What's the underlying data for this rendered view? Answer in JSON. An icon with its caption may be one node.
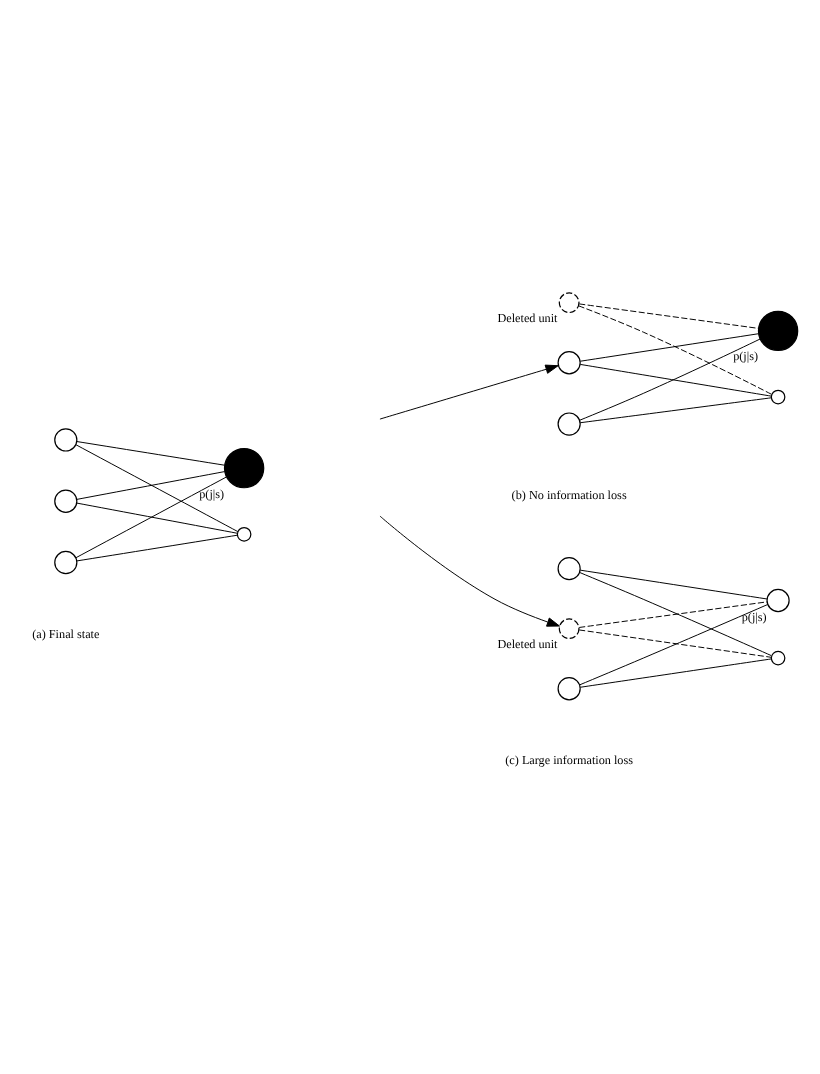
{
  "diagram": {
    "nodes": [
      {
        "text": [],
        "shape": "circle"
      },
      {
        "text": [],
        "shape": "circle"
      },
      {
        "text": [],
        "shape": "circle"
      },
      {
        "text": [],
        "shape": "circle",
        "beside": [
          "p(j|s)"
        ]
      },
      {
        "text": [],
        "shape": "circle"
      },
      {
        "text": [],
        "shape": "circle",
        "beside": [
          "Deleted unit"
        ]
      },
      {
        "text": [],
        "shape": "circle"
      },
      {
        "text": [],
        "shape": "circle"
      },
      {
        "text": [],
        "shape": "circle",
        "beside": [
          "p(j|s)"
        ]
      },
      {
        "text": [],
        "shape": "circle"
      },
      {
        "text": [],
        "shape": "circle"
      },
      {
        "text": [],
        "shape": "circle",
        "beside": [
          "Deleted unit"
        ]
      },
      {
        "text": [],
        "shape": "circle"
      },
      {
        "text": [],
        "shape": "circle",
        "beside": [
          "p(j|s)"
        ]
      },
      {
        "text": [],
        "shape": "circle"
      }
    ],
    "edges": [
      {
        "from": 0,
        "to": 3,
        "arrow": "none"
      },
      {
        "from": 0,
        "to": 4,
        "arrow": "none"
      },
      {
        "from": 1,
        "to": 3,
        "arrow": "none"
      },
      {
        "from": 1,
        "to": 4,
        "arrow": "none"
      },
      {
        "from": 2,
        "to": 3,
        "arrow": "none"
      },
      {
        "from": 2,
        "to": 4,
        "arrow": "none"
      },
      {
        "from": 5,
        "to": 8,
        "arrow": "none",
        "style": "dashed"
      },
      {
        "from": 5,
        "to": 9,
        "arrow": "none",
        "style": "dashed"
      },
      {
        "from": 6,
        "to": 8,
        "arrow": "none"
      },
      {
        "from": 6,
        "to": 9,
        "arrow": "none"
      },
      {
        "from": 7,
        "to": 8,
        "arrow": "none"
      },
      {
        "from": 7,
        "to": 9,
        "arrow": "none"
      },
      {
        "from": 10,
        "to": 13,
        "arrow": "none"
      },
      {
        "from": 10,
        "to": 14,
        "arrow": "none"
      },
      {
        "from": 11,
        "to": 13,
        "arrow": "none",
        "style": "dashed"
      },
      {
        "from": 11,
        "to": 14,
        "arrow": "none",
        "style": "dashed"
      },
      {
        "from": 12,
        "to": 13,
        "arrow": "none"
      },
      {
        "from": 12,
        "to": 14,
        "arrow": "none"
      },
      {
        "from": null,
        "to": 6,
        "arrow": "to"
      },
      {
        "from": null,
        "to": 11,
        "arrow": "to"
      }
    ],
    "labels": [
      "(a) Final state",
      "(b) No information loss",
      "(c) Large information loss"
    ]
  }
}
